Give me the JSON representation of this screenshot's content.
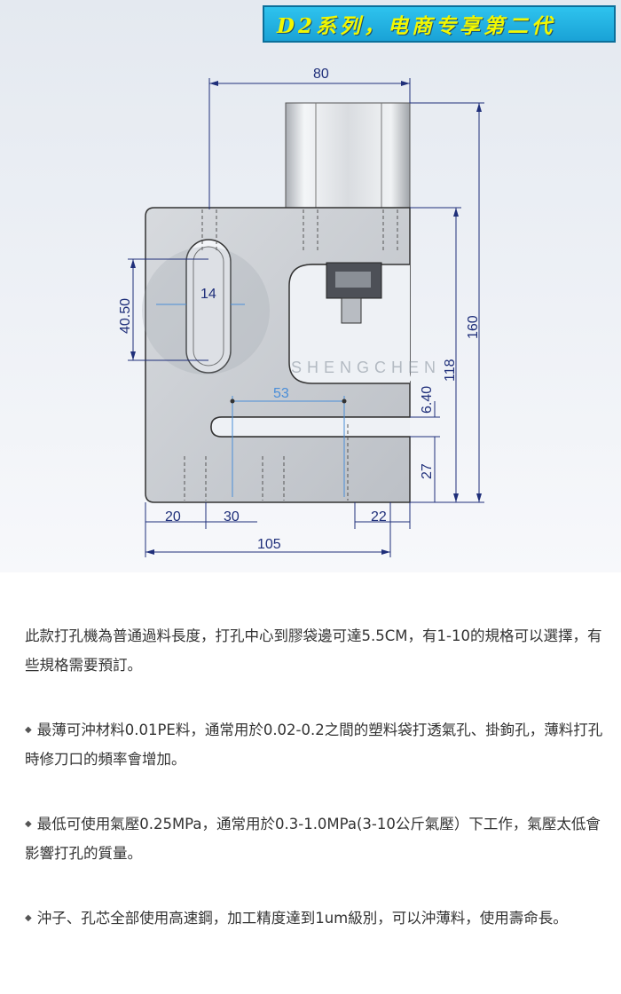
{
  "banner": {
    "text": "D2系列，电商专享第二代"
  },
  "drawing": {
    "watermark": "SHENGCHEN",
    "dims": {
      "top_width": "80",
      "slot_height": "40.50",
      "slot_width": "14",
      "hole_spacing": "53",
      "total_height": "160",
      "inner_height": "118",
      "gap": "6.40",
      "bottom": "27",
      "left_20": "20",
      "left_30": "30",
      "right_22": "22",
      "total_width": "105"
    }
  },
  "description": {
    "intro": "此款打孔機為普通過料長度，打孔中心到膠袋邊可達5.5CM，有1-10的規格可以選擇，有些規格需要預訂。",
    "bullets": [
      "最薄可沖材料0.01PE料，通常用於0.02-0.2之間的塑料袋打透氣孔、掛鉤孔，薄料打孔時修刀口的頻率會增加。",
      "最低可使用氣壓0.25MPa，通常用於0.3-1.0MPa(3-10公斤氣壓）下工作，氣壓太低會影響打孔的質量。",
      "沖子、孔芯全部使用高速鋼，加工精度達到1um級別，可以沖薄料，使用壽命長。"
    ],
    "bullet_symbol": "◆"
  }
}
